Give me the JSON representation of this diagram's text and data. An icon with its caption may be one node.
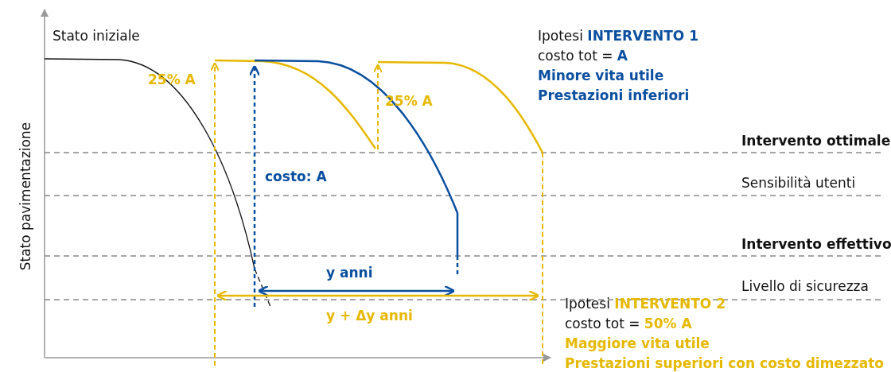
{
  "diagram": {
    "labels": [
      "Stato iniziale",
      "Ipotesi **INTERVENTO 1**",
      "costo tot = **A**",
      "Minore vita utile",
      "Prestazioni inferiori",
      "25% A",
      "25% A",
      "Intervento ottimale",
      "costo: A",
      "Sensibilità utenti",
      "Intervento effettivo",
      "y anni",
      "Livello di sicurezza",
      "Ipotesi **INTERVENTO 2**",
      "costo tot = **50% A**",
      "Maggiore vita utile",
      "Prestazioni superiori con costo dimezzato",
      "y + Δy anni",
      "Stato pavimentazione"
    ]
  }
}
